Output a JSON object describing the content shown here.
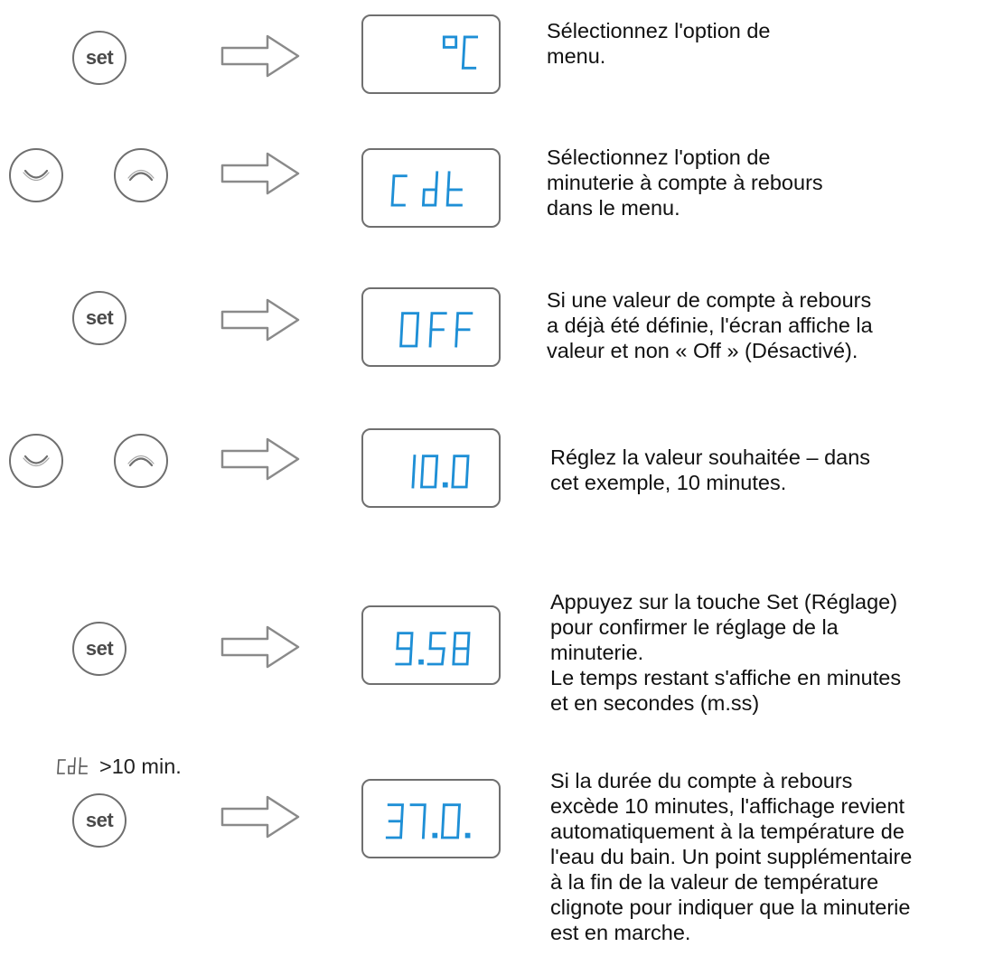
{
  "steps": [
    {
      "buttons": [
        "set"
      ],
      "display": "°C",
      "text": "Sélectionnez l'option de\nmenu."
    },
    {
      "buttons": [
        "down",
        "up"
      ],
      "display": "Cdt",
      "text": "Sélectionnez l'option de\nminuterie à compte à rebours\ndans le menu."
    },
    {
      "buttons": [
        "set"
      ],
      "display": "OFF",
      "text": "Si une valeur de compte à rebours\na déjà été définie, l'écran affiche la\nvaleur et non « Off » (Désactivé)."
    },
    {
      "buttons": [
        "down",
        "up"
      ],
      "display": "10.0",
      "text": "Réglez la valeur souhaitée – dans\ncet exemple, 10 minutes."
    },
    {
      "buttons": [
        "set"
      ],
      "display": "9.58",
      "text": "Appuyez sur la touche Set (Réglage)\npour confirmer le réglage de la\nminuterie.\nLe temps restant s'affiche en minutes\net en secondes (m.ss)"
    },
    {
      "buttons": [
        "set"
      ],
      "display": "37.0.",
      "text": "Si la durée du compte à rebours\nexcède 10 minutes, l'affichage revient\nautomatiquement à la température de\nl'eau du bain. Un point supplémentaire\nà la fin de la valeur de température\nclignote pour indiquer que la minuterie\nest en marche."
    }
  ],
  "set_label": "set",
  "cdt_note": {
    "display": "Cdt",
    "text": ">10 min."
  },
  "colors": {
    "lcd_digits": "#1e8fd6",
    "outline": "#6f6f6f",
    "arrow": "#8a8a8a"
  },
  "icons": {
    "set": "set-button",
    "down": "chevron-down-icon",
    "up": "chevron-up-icon",
    "arrow": "right-arrow-icon"
  }
}
